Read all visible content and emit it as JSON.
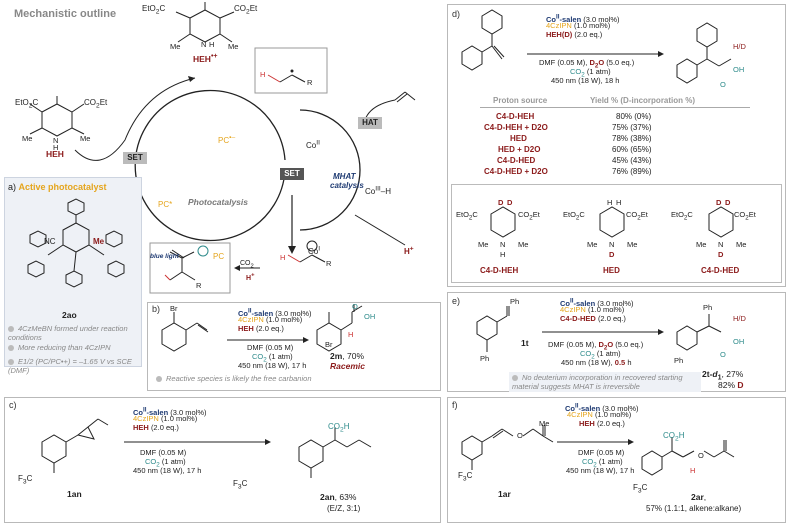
{
  "title": "Mechanistic outline",
  "mechanism": {
    "heh": "HEH",
    "heh_radical_cation": "HEH",
    "heh_rc_sup": "•+",
    "set_top": "SET",
    "set_center": "SET",
    "hat": "HAT",
    "pc_radical_anion": "PC",
    "pc_ra_sup": "•–",
    "pc": "PC",
    "pc_star": "PC*",
    "photocatalysis": "Photocatalysis",
    "mhat": "MHAT",
    "mhat2": "catalysis",
    "coII": "Co",
    "coII_sup": "II",
    "coIII_h": "Co",
    "coIII_sup": "III",
    "coIII_tail": "–H",
    "coI": "Co",
    "coI_sup": "I",
    "h_plus": "H",
    "h_plus_sup": "+",
    "co2": "CO",
    "co2_sub": "2",
    "h_plus2": "H",
    "blue_light": "blue light",
    "radical_h": "H",
    "radical_r": "R",
    "anion_h": "H",
    "anion_r": "R",
    "acid_r": "R",
    "ester_left": "EtO",
    "ester_left_sub": "2",
    "ester_left_c": "C",
    "co2et": "CO",
    "co2et_sub": "2",
    "co2et_tail": "Et",
    "me": "Me",
    "n_h": "N",
    "h": "H"
  },
  "panel_a": {
    "label": "a)",
    "title": "Active photocatalyst",
    "cn": "NC",
    "me": "Me",
    "compound": "2ao",
    "notes": [
      "4CzMeBN formed under reaction conditions",
      "More reducing than 4CzIPN",
      "E1/2 (PC/PC•+) = –1.65 V vs SCE (DMF)"
    ]
  },
  "panel_b": {
    "label": "b)",
    "cat1": "Co",
    "cat1_sup": "II",
    "cat1_tail": "-salen",
    "cat1_amt": "(3.0 mol%)",
    "cat2": "4CzIPN",
    "cat2_amt": "(1.0 mol%)",
    "reagent": "HEH",
    "reagent_amt": "(2.0 eq.)",
    "cond1": "DMF (0.05 M)",
    "cond2a": "CO",
    "cond2b": "(1 atm)",
    "cond3": "450 nm (18 W), 17 h",
    "product": "2m",
    "yield": ", 70%",
    "racemic": "Racemic",
    "br": "Br",
    "br2": "Br",
    "oh": "OH",
    "o": "O",
    "h": "H",
    "note": "Reactive species is likely the free carbanion"
  },
  "panel_c": {
    "label": "c)",
    "cat1": "Co",
    "cat1_sup": "II",
    "cat1_tail": "-salen",
    "cat1_amt": "(3.0 mol%)",
    "cat2": "4CzIPN",
    "cat2_amt": "(1.0 mol%)",
    "reagent": "HEH",
    "reagent_amt": "(2.0 eq.)",
    "cond1": "DMF (0.05 M)",
    "cond2a": "CO",
    "cond2b": "(1 atm)",
    "cond3": "450 nm (18 W), 17 h",
    "sm": "1an",
    "product": "2an",
    "yield": ", 63%",
    "ez": "(E/Z, 3:1)",
    "f3c": "F",
    "f3c_sub": "3",
    "f3c_c": "C",
    "f3c2": "F",
    "f3c2_sub": "3",
    "f3c2_c": "C",
    "co2h": "CO",
    "co2h_sub": "2",
    "co2h_h": "H"
  },
  "panel_d": {
    "label": "d)",
    "cat1": "Co",
    "cat1_sup": "II",
    "cat1_tail": "-salen",
    "cat1_amt": "(3.0 mol%)",
    "cat2": "4CzIPN",
    "cat2_amt": "(1.0 mol%)",
    "reagent": "HEH(D)",
    "reagent_amt": "(2.0 eq.)",
    "cond1": "DMF (0.05 M),",
    "cond1b": "D",
    "cond1b_sub": "2",
    "cond1b_tail": "O",
    "cond1c": "(5.0 eq.)",
    "cond2a": "CO",
    "cond2b": "(1 atm)",
    "cond3": "450 nm (18 W), 18 h",
    "hd": "H/D",
    "oh": "OH",
    "o": "O",
    "table_header": [
      "Proton source",
      "Yield % (D-incorporation %)"
    ],
    "rows": [
      {
        "source": "C4-D-HEH",
        "yield": "80% (0%)"
      },
      {
        "source": "C4-D-HEH + D2O",
        "yield": "75% (37%)"
      },
      {
        "source": "HED",
        "yield": "78% (38%)"
      },
      {
        "source": "HED + D2O",
        "yield": "60% (65%)"
      },
      {
        "source": "C4-D-HED",
        "yield": "45% (43%)"
      },
      {
        "source": "C4-D-HED + D2O",
        "yield": "76% (89%)"
      }
    ],
    "reagents": [
      "C4-D-HEH",
      "HED",
      "C4-D-HED"
    ],
    "d": "D",
    "h": "H",
    "me": "Me",
    "n": "N",
    "eto2c": "EtO",
    "eto2c_sub": "2",
    "eto2c_c": "C",
    "co2et": "CO",
    "co2et_sub": "2",
    "co2et_tail": "Et"
  },
  "panel_e": {
    "label": "e)",
    "cat1": "Co",
    "cat1_sup": "II",
    "cat1_tail": "-salen",
    "cat1_amt": "(3.0 mol%)",
    "cat2": "4CzIPN",
    "cat2_amt": "(1.0 mol%)",
    "reagent": "C4-D-HED",
    "reagent_amt": "(2.0 eq.)",
    "cond1": "DMF (0.05 M),",
    "cond1b": "D",
    "cond1b_sub": "2",
    "cond1b_tail": "O",
    "cond1c": "(5.0 eq.)",
    "cond2a": "CO",
    "cond2b": "(1 atm)",
    "cond3": "450 nm (18 W),",
    "cond3b": "0.5",
    "cond3c": "h",
    "sm": "1t",
    "product": "2t-",
    "product_d": "d",
    "product_d_sub": "1",
    "yield": ", 27%",
    "dinc": "82%",
    "dinc_d": "D",
    "ph1": "Ph",
    "ph2": "Ph",
    "ph3": "Ph",
    "ph4": "Ph",
    "hd": "H/D",
    "oh": "OH",
    "o": "O",
    "note": "No deuterium incorporation in recovered starting material suggests MHAT is irreversible"
  },
  "panel_f": {
    "label": "f)",
    "cat1": "Co",
    "cat1_sup": "II",
    "cat1_tail": "-salen",
    "cat1_amt": "(3.0 mol%)",
    "cat2": "4CzIPN",
    "cat2_amt": "(1.0 mol%)",
    "reagent": "HEH",
    "reagent_amt": "(2.0 eq.)",
    "cond1": "DMF (0.05 M)",
    "cond2a": "CO",
    "cond2b": "(1 atm)",
    "cond3": "450 nm (18 W), 17 h",
    "sm": "1ar",
    "product": "2ar",
    "yield": ",",
    "yield2": "57% (1.1:1, alkene:alkane)",
    "me": "Me",
    "o": "O",
    "o2": "O",
    "h": "H",
    "f3c": "F",
    "f3c_sub": "3",
    "f3c_c": "C",
    "f3c2": "F",
    "f3c2_sub": "3",
    "f3c2_c": "C",
    "co2h": "CO",
    "co2h_sub": "2",
    "co2h_h": "H"
  }
}
